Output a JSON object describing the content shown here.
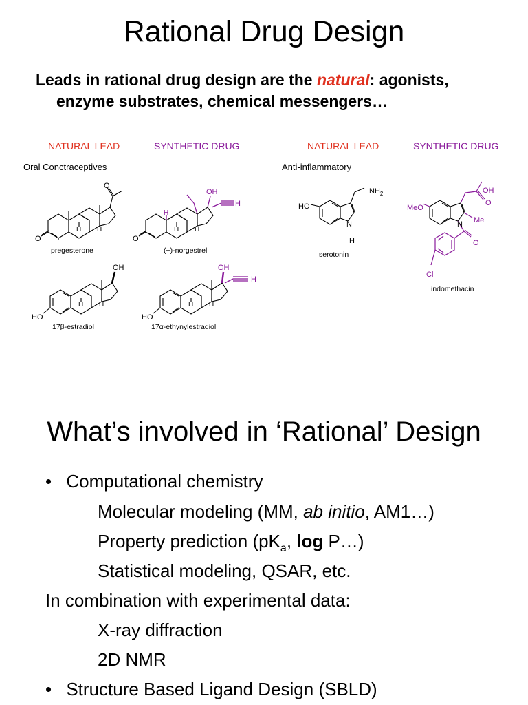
{
  "slide1": {
    "title": "Rational Drug Design",
    "lead_prefix": "Leads in rational drug design are the ",
    "lead_highlight": "natural",
    "lead_suffix": ": agonists,",
    "lead_line2": "enzyme substrates, chemical messengers…",
    "headers": {
      "left_natural": "NATURAL LEAD",
      "left_synthetic": "SYNTHETIC DRUG",
      "right_natural": "NATURAL LEAD",
      "right_synthetic": "SYNTHETIC DRUG"
    },
    "categories": {
      "left": "Oral Conctraceptives",
      "right": "Anti-inflammatory"
    },
    "molecules": {
      "pregesterone": "pregesterone",
      "norgestrel": "(+)-norgestrel",
      "estradiol": "17β-estradiol",
      "ethynylestradiol": "17α-ethynylestradiol",
      "serotonin": "serotonin",
      "indomethacin": "indomethacin"
    },
    "atoms": {
      "H": "H",
      "O": "O",
      "OH": "OH",
      "HO": "HO",
      "N": "N",
      "NH2": "NH",
      "sub2": "2",
      "MeO": "MeO",
      "Me": "Me",
      "Cl": "Cl"
    },
    "colors": {
      "natural": "#e0301e",
      "synthetic": "#8a1a9b"
    }
  },
  "slide2": {
    "title": "What’s involved in ‘Rational’ Design",
    "items": [
      {
        "bullet": true,
        "text": "Computational chemistry"
      },
      {
        "indent": true,
        "pre": "Molecular modeling (MM, ",
        "em": "ab initio",
        "post": ", AM1…)"
      },
      {
        "indent": true,
        "pre": "Property prediction (pK",
        "sub": "a",
        "mid": ", ",
        "bold": "log",
        "post": " P…)"
      },
      {
        "indent": true,
        "text": "Statistical modeling, QSAR, etc."
      },
      {
        "text": "In combination with experimental data:"
      },
      {
        "indent": true,
        "text": "X-ray diffraction"
      },
      {
        "indent": true,
        "text": "2D NMR"
      },
      {
        "bullet": true,
        "text": "Structure Based Ligand Design (SBLD)"
      }
    ],
    "bullet_char": "•"
  }
}
